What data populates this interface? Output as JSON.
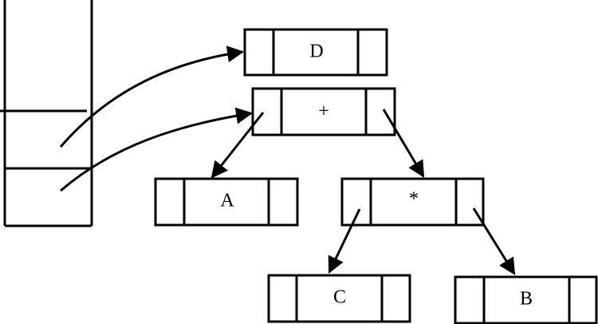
{
  "diagram": {
    "nodes": [
      {
        "id": "D",
        "label": "D"
      },
      {
        "id": "plus",
        "label": "+"
      },
      {
        "id": "A",
        "label": "A"
      },
      {
        "id": "star",
        "label": "*"
      },
      {
        "id": "C",
        "label": "C"
      },
      {
        "id": "B",
        "label": "B"
      }
    ],
    "edges": [
      {
        "from": "stack-slot-1",
        "to": "D"
      },
      {
        "from": "stack-slot-2",
        "to": "plus"
      },
      {
        "from": "plus",
        "to": "A"
      },
      {
        "from": "plus",
        "to": "star"
      },
      {
        "from": "star",
        "to": "C"
      },
      {
        "from": "star",
        "to": "B"
      }
    ],
    "colors": {
      "stroke": "#000000",
      "background": "#ffffff"
    }
  }
}
